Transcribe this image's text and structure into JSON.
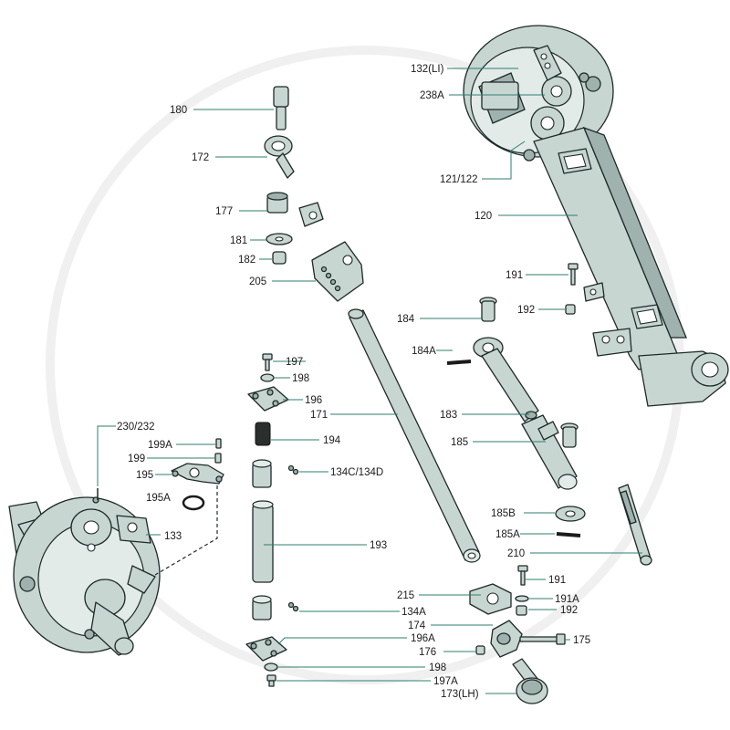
{
  "colors": {
    "part_fill": "#c8d6d2",
    "part_shadow": "#9fb2ad",
    "outline": "#1e2a28",
    "leader": "#2e7d6e",
    "label_text": "#1b1b1b"
  },
  "labels": {
    "l180": "180",
    "l172": "172",
    "l177": "177",
    "l181": "181",
    "l182": "182",
    "l205": "205",
    "l132li": "132(LI)",
    "l238a": "238A",
    "l121_122": "121/122",
    "l120": "120",
    "l191_top": "191",
    "l192_top": "192",
    "l184": "184",
    "l184a": "184A",
    "l197": "197",
    "l198_top": "198",
    "l196": "196",
    "l171": "171",
    "l183": "183",
    "l194": "194",
    "l185": "185",
    "l230_232": "230/232",
    "l199a": "199A",
    "l199": "199",
    "l195": "195",
    "l134c_134d": "134C/134D",
    "l195a": "195A",
    "l185b": "185B",
    "l133": "133",
    "l185a": "185A",
    "l193": "193",
    "l210": "210",
    "l191_bottom": "191",
    "l215": "215",
    "l191a": "191A",
    "l134a": "134A",
    "l192_bottom": "192",
    "l174": "174",
    "l196a": "196A",
    "l175": "175",
    "l176": "176",
    "l198_bottom": "198",
    "l197a": "197A",
    "l173lh": "173(LH)"
  }
}
